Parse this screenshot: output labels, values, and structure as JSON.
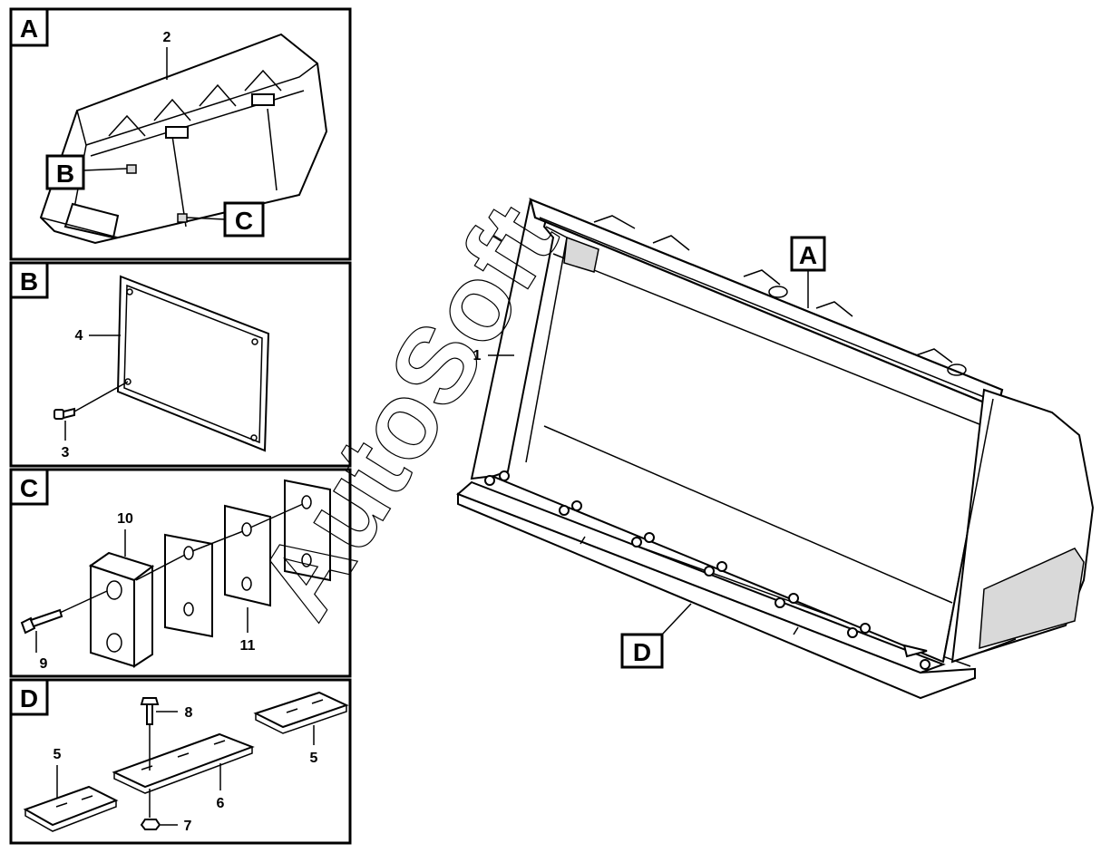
{
  "panels": [
    {
      "letter": "A"
    },
    {
      "letter": "B"
    },
    {
      "letter": "C"
    },
    {
      "letter": "D"
    }
  ],
  "callouts": {
    "panel_a_b": "B",
    "panel_a_c": "C",
    "main_a": "A",
    "main_d": "D"
  },
  "labels": {
    "n1": "1",
    "n2": "2",
    "n3": "3",
    "n4": "4",
    "n5a": "5",
    "n5b": "5",
    "n6": "6",
    "n7": "7",
    "n8": "8",
    "n9": "9",
    "n10": "10",
    "n11": "11"
  },
  "watermark": "AutoSoft"
}
